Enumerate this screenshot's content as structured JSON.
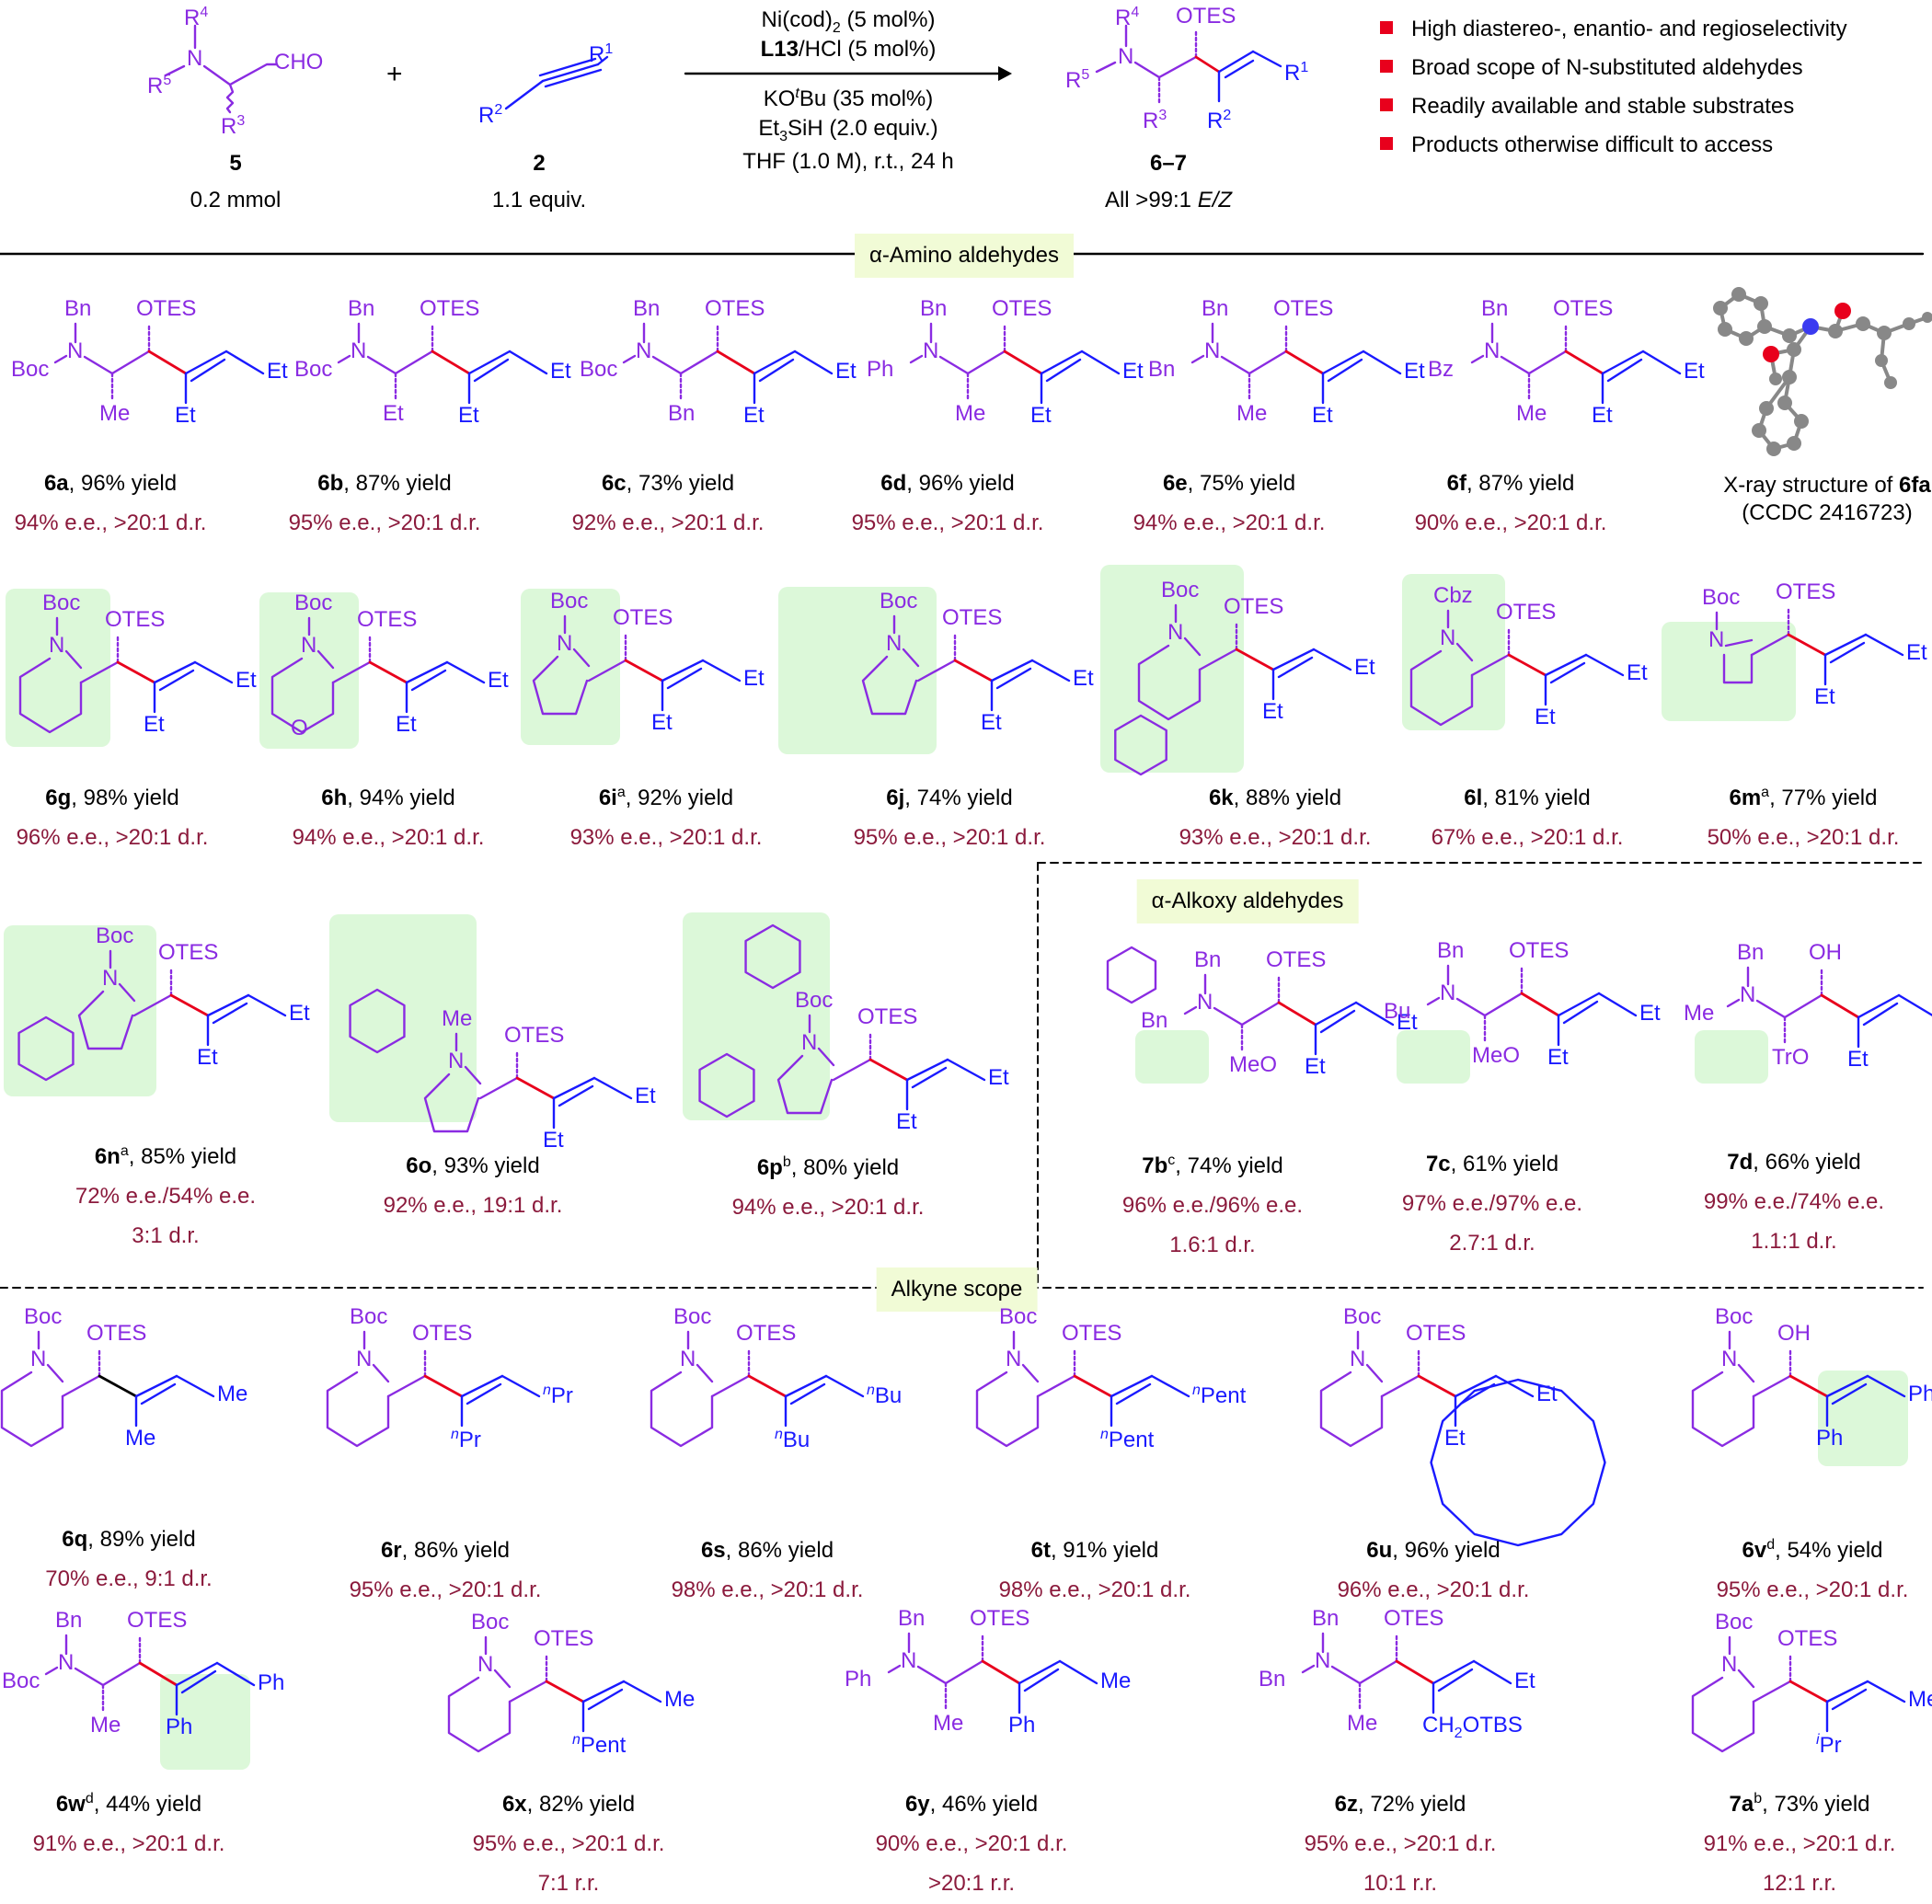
{
  "scheme": {
    "substrate_aldehyde": {
      "label": "5",
      "amount": "0.2 mmol",
      "R4": "R",
      "R4_sup": "4",
      "R5": "R",
      "R5_sup": "5",
      "R3": "R",
      "R3_sup": "3",
      "N": "N",
      "CHO": "CHO"
    },
    "plus": "+",
    "substrate_alkyne": {
      "label": "2",
      "amount": "1.1 equiv.",
      "R1": "R",
      "R1_sup": "1",
      "R2": "R",
      "R2_sup": "2"
    },
    "conditions": {
      "line1": "Ni(cod)",
      "line1_sub": "2",
      "line1_rest": " (5 mol%)",
      "line2_bold": "L13",
      "line2_rest": "/HCl (5 mol%)",
      "line3_a": "KO",
      "line3_sup": "t",
      "line3_b": "Bu (35 mol%)",
      "line4_a": "Et",
      "line4_sub": "3",
      "line4_b": "SiH (2.0 equiv.)",
      "line5": "THF (1.0 M), r.t., 24 h"
    },
    "product": {
      "label": "6–7",
      "note_a": "All >99:1 ",
      "note_b": "E/Z",
      "OTES": "OTES"
    },
    "features": [
      "High diastereo-, enantio- and regioselectivity",
      "Broad scope of N-substituted aldehydes",
      "Readily available and stable substrates",
      "Products otherwise difficult to access"
    ]
  },
  "sections": {
    "amino": "α-Amino aldehydes",
    "alkoxy": "α-Alkoxy aldehydes",
    "alkyne": "Alkyne scope"
  },
  "xray": {
    "line1": "X-ray structure of ",
    "line1_bold": "6fa",
    "line2": "(CCDC 2416723)"
  },
  "labels": {
    "OTES": "OTES",
    "OH": "OH",
    "Et": "Et",
    "Me": "Me",
    "Bn": "Bn",
    "Boc": "Boc",
    "Ph": "Ph",
    "Bz": "Bz",
    "Cbz": "Cbz",
    "N": "N",
    "O": "O",
    "MeO": "MeO",
    "TrO": "TrO",
    "Bu": "Bu",
    "Pr": "Pr",
    "Pent": "Pent",
    "CH2OTBS": "CH",
    "CH2OTBS_sub": "2",
    "CH2OTBS_rest": "OTBS"
  },
  "compounds": [
    {
      "id": "6a",
      "sup": "",
      "yield": ", 96% yield",
      "sel1": "94% e.e., >20:1 d.r."
    },
    {
      "id": "6b",
      "sup": "",
      "yield": ", 87% yield",
      "sel1": "95% e.e., >20:1 d.r."
    },
    {
      "id": "6c",
      "sup": "",
      "yield": ", 73% yield",
      "sel1": "92% e.e., >20:1 d.r."
    },
    {
      "id": "6d",
      "sup": "",
      "yield": ", 96% yield",
      "sel1": "95% e.e., >20:1 d.r."
    },
    {
      "id": "6e",
      "sup": "",
      "yield": ", 75% yield",
      "sel1": "94% e.e., >20:1 d.r."
    },
    {
      "id": "6f",
      "sup": "",
      "yield": ", 87% yield",
      "sel1": "90% e.e., >20:1 d.r."
    },
    {
      "id": "6g",
      "sup": "",
      "yield": ", 98% yield",
      "sel1": "96% e.e., >20:1 d.r."
    },
    {
      "id": "6h",
      "sup": "",
      "yield": ", 94% yield",
      "sel1": "94% e.e., >20:1 d.r."
    },
    {
      "id": "6i",
      "sup": "a",
      "yield": ", 92% yield",
      "sel1": "93% e.e., >20:1 d.r."
    },
    {
      "id": "6j",
      "sup": "",
      "yield": ", 74% yield",
      "sel1": "95% e.e., >20:1 d.r."
    },
    {
      "id": "6k",
      "sup": "",
      "yield": ", 88% yield",
      "sel1": "93% e.e., >20:1 d.r."
    },
    {
      "id": "6l",
      "sup": "",
      "yield": ", 81% yield",
      "sel1": "67% e.e., >20:1 d.r."
    },
    {
      "id": "6m",
      "sup": "a",
      "yield": ", 77% yield",
      "sel1": "50% e.e., >20:1 d.r."
    },
    {
      "id": "6n",
      "sup": "a",
      "yield": ", 85% yield",
      "sel1": "72% e.e./54% e.e.",
      "sel2": "3:1 d.r."
    },
    {
      "id": "6o",
      "sup": "",
      "yield": ", 93% yield",
      "sel1": "92% e.e., 19:1 d.r."
    },
    {
      "id": "6p",
      "sup": "b",
      "yield": ", 80% yield",
      "sel1": "94% e.e., >20:1 d.r."
    },
    {
      "id": "7b",
      "sup": "c",
      "yield": ", 74% yield",
      "sel1": "96% e.e./96% e.e.",
      "sel2": "1.6:1 d.r."
    },
    {
      "id": "7c",
      "sup": "",
      "yield": ", 61% yield",
      "sel1": "97% e.e./97% e.e.",
      "sel2": "2.7:1 d.r."
    },
    {
      "id": "7d",
      "sup": "",
      "yield": ", 66% yield",
      "sel1": "99% e.e./74% e.e.",
      "sel2": "1.1:1 d.r."
    },
    {
      "id": "6q",
      "sup": "",
      "yield": ", 89% yield",
      "sel1": "70% e.e., 9:1 d.r."
    },
    {
      "id": "6r",
      "sup": "",
      "yield": ", 86% yield",
      "sel1": "95% e.e., >20:1 d.r."
    },
    {
      "id": "6s",
      "sup": "",
      "yield": ", 86% yield",
      "sel1": "98% e.e., >20:1 d.r."
    },
    {
      "id": "6t",
      "sup": "",
      "yield": ", 91% yield",
      "sel1": "98% e.e., >20:1 d.r."
    },
    {
      "id": "6u",
      "sup": "",
      "yield": ", 96% yield",
      "sel1": "96% e.e., >20:1 d.r."
    },
    {
      "id": "6v",
      "sup": "d",
      "yield": ", 54% yield",
      "sel1": "95% e.e., >20:1 d.r."
    },
    {
      "id": "6w",
      "sup": "d",
      "yield": ", 44% yield",
      "sel1": "91% e.e., >20:1 d.r."
    },
    {
      "id": "6x",
      "sup": "",
      "yield": ", 82% yield",
      "sel1": "95% e.e., >20:1 d.r.",
      "sel2": "7:1 r.r."
    },
    {
      "id": "6y",
      "sup": "",
      "yield": ", 46% yield",
      "sel1": "90% e.e., >20:1 d.r.",
      "sel2": ">20:1 r.r."
    },
    {
      "id": "6z",
      "sup": "",
      "yield": ", 72% yield",
      "sel1": "95% e.e., >20:1 d.r.",
      "sel2": "10:1 r.r."
    },
    {
      "id": "7a",
      "sup": "b",
      "yield": ", 73% yield",
      "sel1": "91% e.e., >20:1 d.r.",
      "sel2": "12:1 r.r."
    }
  ],
  "colors": {
    "purple": "#8a2be2",
    "blue": "#1a1aff",
    "red": "#e8001c",
    "maroon": "#8b1a3c",
    "highlight": "#dcf8d9",
    "section": "#f1fbd6"
  }
}
